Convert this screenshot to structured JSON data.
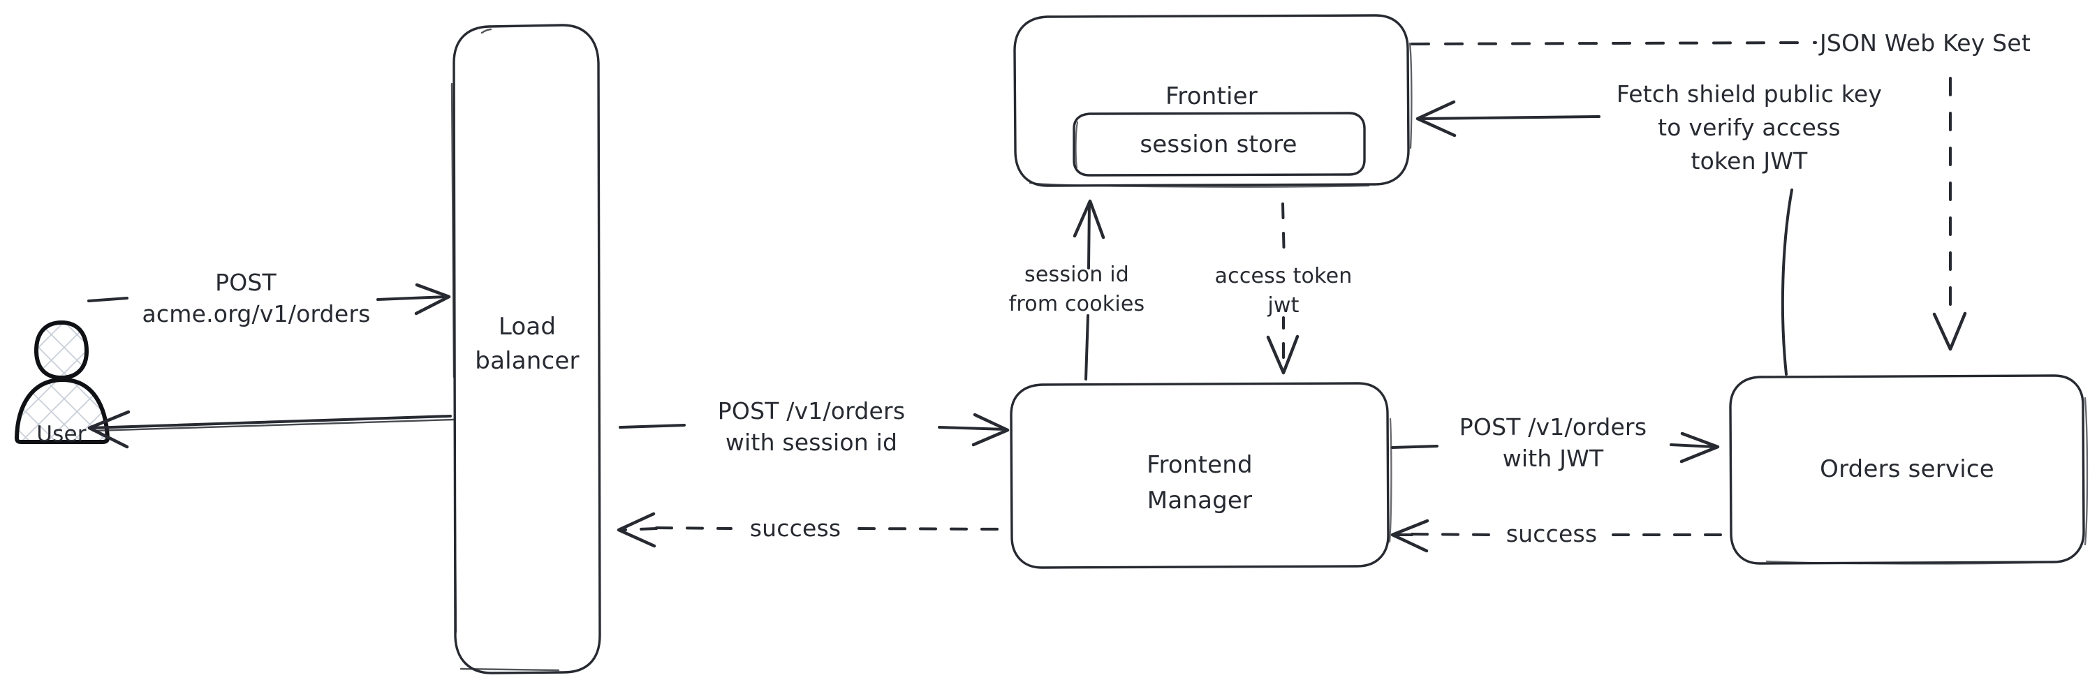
{
  "diagram": {
    "title": "Frontier session to JWT exchange flow",
    "style": "hand-drawn",
    "stroke_color": "#272a31",
    "background_color": "#ffffff",
    "hatch_color": "#c8ced8"
  },
  "nodes": [
    {
      "id": "user",
      "label": "User",
      "shape": "actor"
    },
    {
      "id": "lb",
      "label": "Load\nbalancer",
      "shape": "rounded-rect"
    },
    {
      "id": "frontier",
      "label": "Frontier",
      "shape": "rounded-rect"
    },
    {
      "id": "sessionstore",
      "label": "session store",
      "shape": "rounded-rect"
    },
    {
      "id": "frontend",
      "label": "Frontend\nManager",
      "shape": "rounded-rect"
    },
    {
      "id": "orders",
      "label": "Orders service",
      "shape": "rounded-rect"
    }
  ],
  "edges": [
    {
      "id": "e1",
      "from": "user",
      "to": "lb",
      "label": "POST\nacme.org/v1/orders",
      "line": "solid",
      "arrow": "right"
    },
    {
      "id": "e2",
      "from": "lb",
      "to": "user",
      "label": "",
      "line": "solid",
      "arrow": "left"
    },
    {
      "id": "e3",
      "from": "lb",
      "to": "frontend",
      "label": "POST /v1/orders\nwith session id",
      "line": "solid",
      "arrow": "right"
    },
    {
      "id": "e4",
      "from": "frontend",
      "to": "lb",
      "label": "success",
      "line": "dashed",
      "arrow": "left"
    },
    {
      "id": "e5",
      "from": "frontend",
      "to": "frontier",
      "label": "session id\nfrom cookies",
      "line": "solid",
      "arrow": "up"
    },
    {
      "id": "e6",
      "from": "frontier",
      "to": "frontend",
      "label": "access token\njwt",
      "line": "dashed",
      "arrow": "down"
    },
    {
      "id": "e7",
      "from": "frontend",
      "to": "orders",
      "label": "POST /v1/orders\nwith JWT",
      "line": "solid",
      "arrow": "right"
    },
    {
      "id": "e8",
      "from": "orders",
      "to": "frontend",
      "label": "success",
      "line": "dashed",
      "arrow": "left"
    },
    {
      "id": "e9",
      "from": "orders",
      "to": "frontier",
      "label": "Fetch shield public key\nto verify access\ntoken JWT",
      "line": "solid",
      "arrow": "left"
    },
    {
      "id": "e10",
      "from": "frontier",
      "to": "orders",
      "label": "JSON Web Key Set",
      "line": "dashed",
      "arrow": "down"
    }
  ],
  "labels": {
    "user": "User",
    "load_balancer_line1": "Load",
    "load_balancer_line2": "balancer",
    "frontier": "Frontier",
    "session_store": "session store",
    "frontend_manager_line1": "Frontend",
    "frontend_manager_line2": "Manager",
    "orders_service": "Orders service",
    "post_acme_line1": "POST",
    "post_acme_line2": "acme.org/v1/orders",
    "post_session_line1": "POST /v1/orders",
    "post_session_line2": "with session id",
    "success_left": "success",
    "session_id_line1": "session id",
    "session_id_line2": "from cookies",
    "access_token_line1": "access token",
    "access_token_line2": "jwt",
    "post_jwt_line1": "POST /v1/orders",
    "post_jwt_line2": "with JWT",
    "success_right": "success",
    "fetch_key_line1": "Fetch shield public key",
    "fetch_key_line2": "to verify access",
    "fetch_key_line3": "token JWT",
    "jwks": "JSON Web Key Set"
  }
}
